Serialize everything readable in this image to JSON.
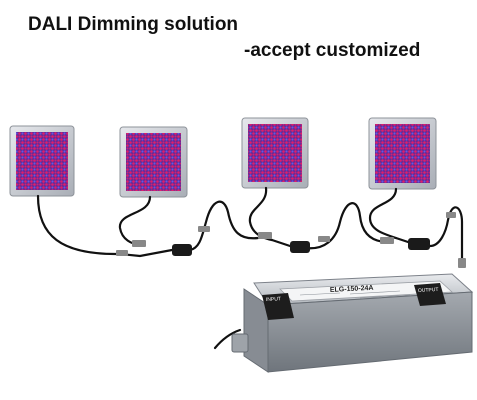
{
  "header": {
    "title": "DALI Dimming solution",
    "subtitle": "-accept customized"
  },
  "driver": {
    "model": "ELG-150-24A",
    "input_label": "INPUT",
    "output_label": "OUTPUT"
  },
  "colors": {
    "led_red": "#d8206a",
    "led_blue": "#5a3ec8",
    "panel_frame": "#c9ccd2",
    "cable": "#111111",
    "driver_body": "#b9bdc2"
  }
}
